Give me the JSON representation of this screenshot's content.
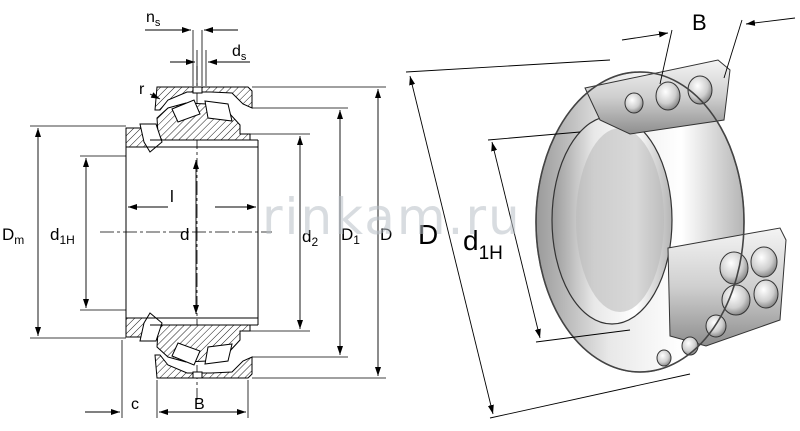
{
  "watermark": "rinkam.ru",
  "section_view": {
    "labels": {
      "ns": "n",
      "ns_sub": "s",
      "ds": "d",
      "ds_sub": "s",
      "r": "r",
      "Dm": "D",
      "Dm_sub": "m",
      "d1H": "d",
      "d1H_sub": "1H",
      "l": "l",
      "d": "d",
      "d2": "d",
      "d2_sub": "2",
      "D1": "D",
      "D1_sub": "1",
      "D": "D",
      "c": "c",
      "B": "B"
    }
  },
  "iso_view": {
    "labels": {
      "B": "B",
      "D": "D",
      "d1H": "d",
      "d1H_sub": "1H"
    }
  },
  "colors": {
    "line": "#000000",
    "hatch_fill": "#ffffff",
    "metal_light": "#eeeeee",
    "metal_mid": "#c9c9c9",
    "metal_dark": "#8f8f8f",
    "watermark": "#b9c0c7"
  }
}
